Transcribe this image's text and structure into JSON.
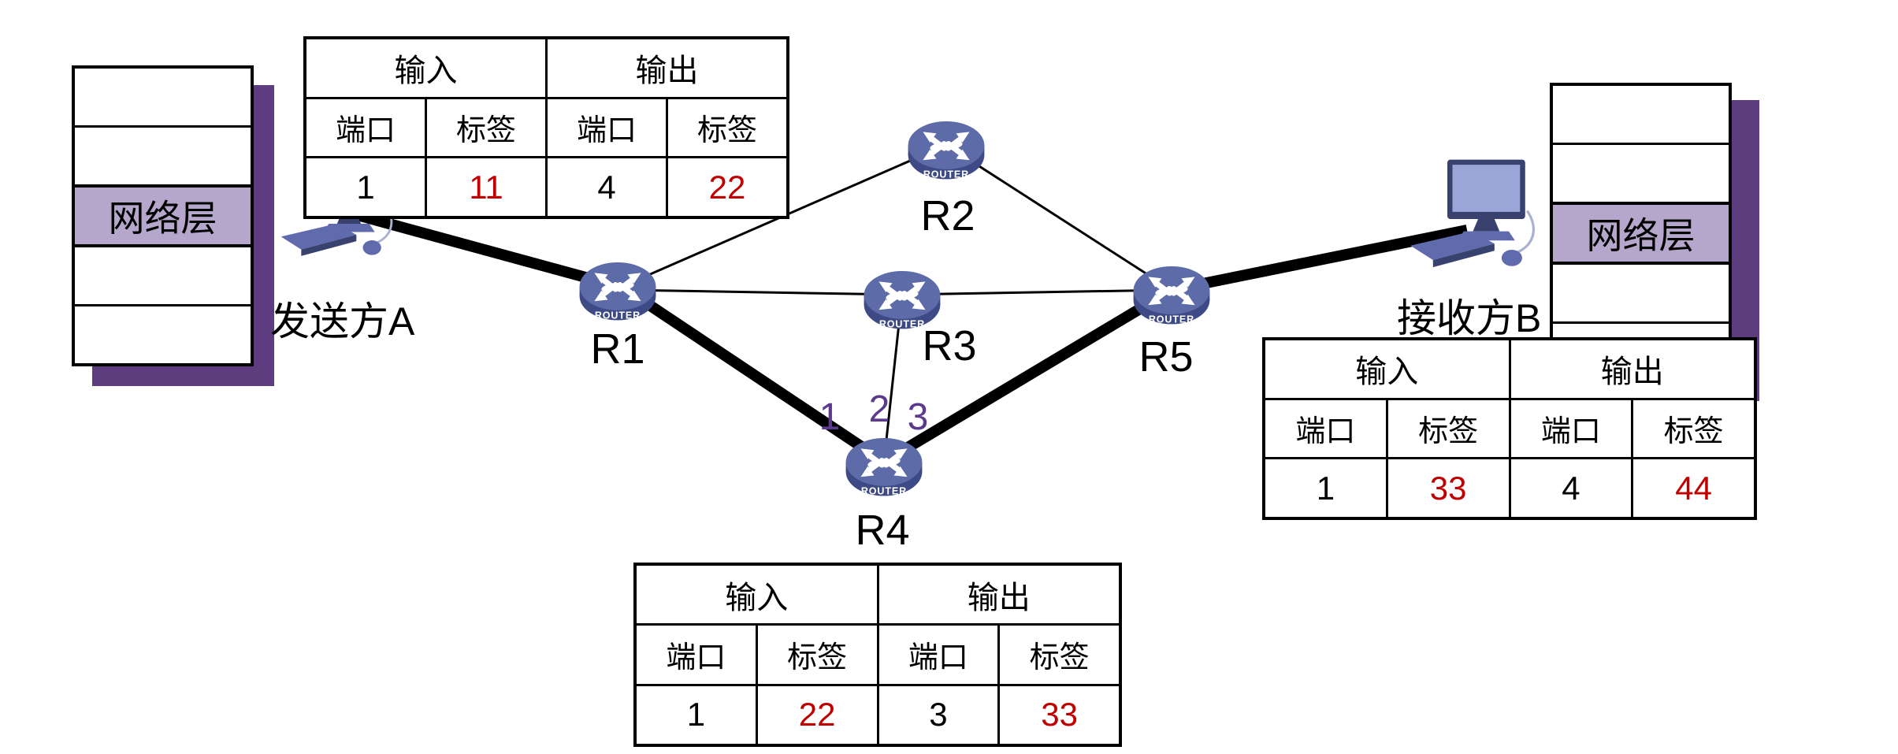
{
  "colors": {
    "label_red": "#c00000",
    "port_purple": "#5b3a8e",
    "stack_highlight": "#b4a7cb",
    "stack_shadow": "#5e3d7f",
    "router_top": "#5d6ca9",
    "router_side": "#3e4a85",
    "pc_dark": "#39426f",
    "pc_mid": "#5f6bad",
    "pc_screen": "#9aa5d8"
  },
  "hosts": {
    "sender": {
      "label": "发送方A"
    },
    "receiver": {
      "label": "接收方B"
    }
  },
  "protocol_stacks": {
    "left": {
      "layer_label": "网络层"
    },
    "right": {
      "layer_label": "网络层"
    }
  },
  "routers": {
    "badge": "ROUTER",
    "r1": {
      "label": "R1"
    },
    "r2": {
      "label": "R2"
    },
    "r3": {
      "label": "R3"
    },
    "r4": {
      "label": "R4"
    },
    "r5": {
      "label": "R5"
    }
  },
  "r4_ports": {
    "p1": "1",
    "p2": "2",
    "p3": "3"
  },
  "tables": {
    "r1": {
      "group_headers": [
        "输入",
        "输出"
      ],
      "col_headers": [
        "端口",
        "标签",
        "端口",
        "标签"
      ],
      "row": [
        "1",
        "11",
        "4",
        "22"
      ]
    },
    "r4": {
      "group_headers": [
        "输入",
        "输出"
      ],
      "col_headers": [
        "端口",
        "标签",
        "端口",
        "标签"
      ],
      "row": [
        "1",
        "22",
        "3",
        "33"
      ]
    },
    "r5": {
      "group_headers": [
        "输入",
        "输出"
      ],
      "col_headers": [
        "端口",
        "标签",
        "端口",
        "标签"
      ],
      "row": [
        "1",
        "33",
        "4",
        "44"
      ]
    }
  },
  "links": [
    {
      "from": "发送方A",
      "to": "R1",
      "type": "thick"
    },
    {
      "from": "R1",
      "to": "R2",
      "type": "thin"
    },
    {
      "from": "R1",
      "to": "R3",
      "type": "thin"
    },
    {
      "from": "R1",
      "to": "R4",
      "type": "thick"
    },
    {
      "from": "R2",
      "to": "R5",
      "type": "thin"
    },
    {
      "from": "R3",
      "to": "R4",
      "type": "thin"
    },
    {
      "from": "R3",
      "to": "R5",
      "type": "thin"
    },
    {
      "from": "R4",
      "to": "R5",
      "type": "thick"
    },
    {
      "from": "R5",
      "to": "接收方B",
      "type": "thick"
    }
  ]
}
